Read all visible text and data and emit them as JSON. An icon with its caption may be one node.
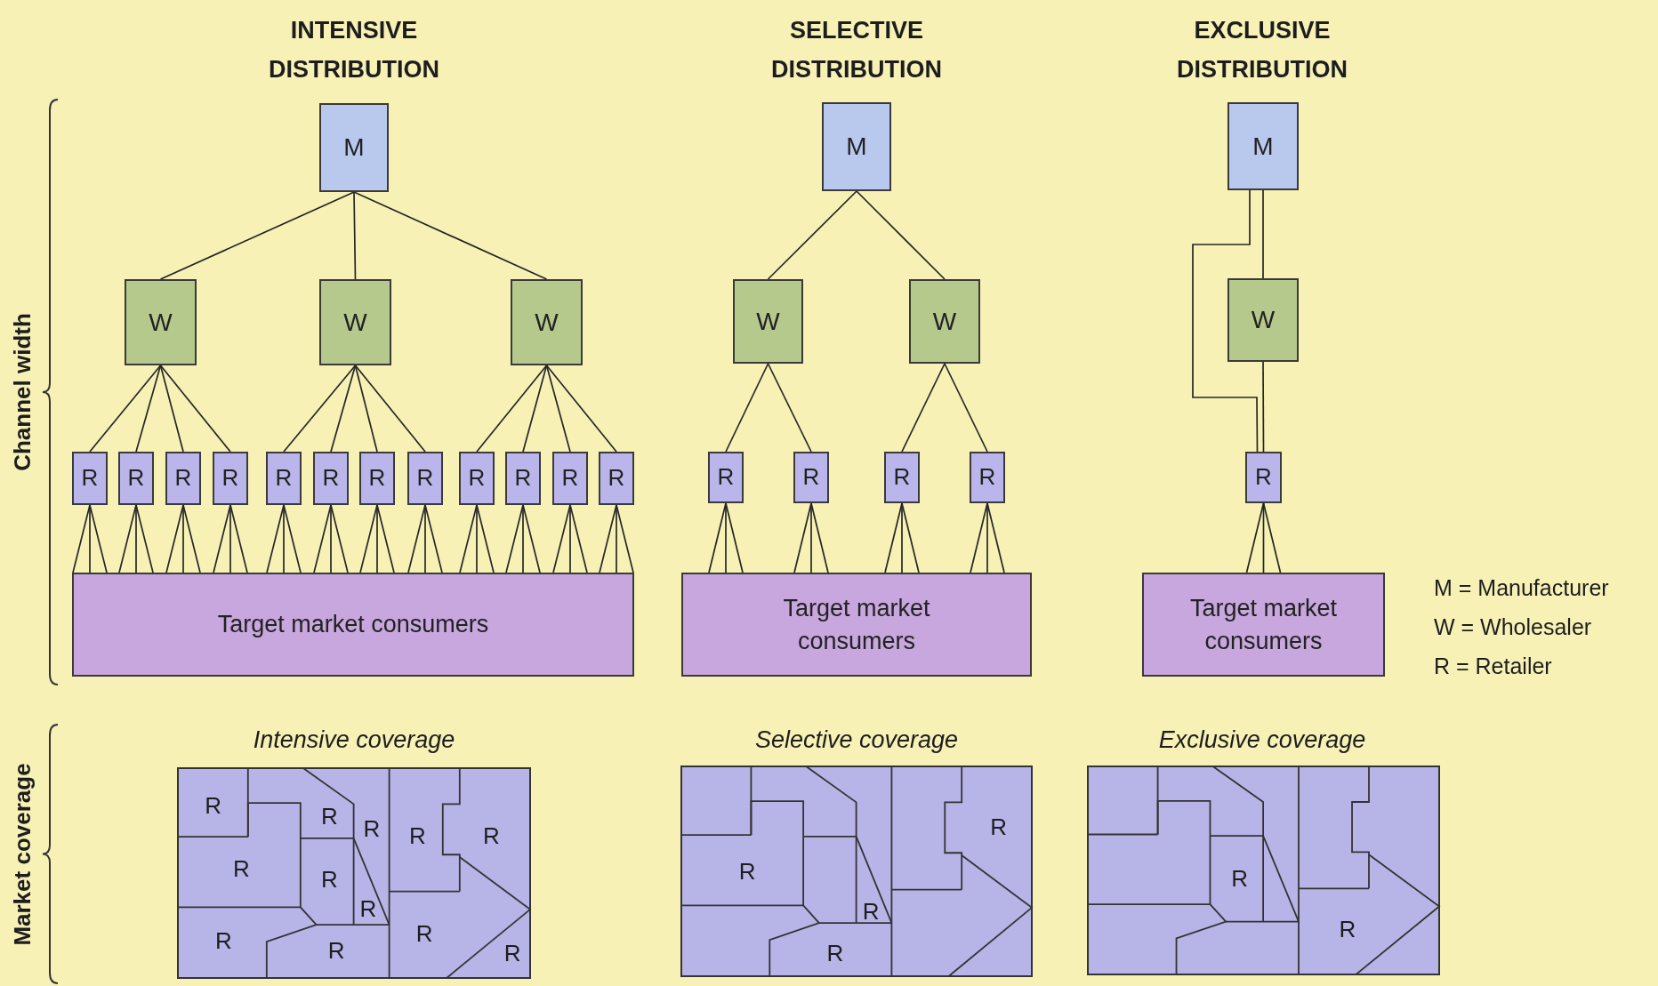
{
  "diagram": {
    "nodes": [
      {
        "text": [
          "M"
        ]
      },
      {
        "text": [
          "W"
        ]
      },
      {
        "text": [
          "W"
        ]
      },
      {
        "text": [
          "W"
        ]
      },
      {
        "text": [
          "R"
        ]
      },
      {
        "text": [
          "R"
        ]
      },
      {
        "text": [
          "R"
        ]
      },
      {
        "text": [
          "R"
        ]
      },
      {
        "text": [
          "R"
        ]
      },
      {
        "text": [
          "R"
        ]
      },
      {
        "text": [
          "R"
        ]
      },
      {
        "text": [
          "R"
        ]
      },
      {
        "text": [
          "R"
        ]
      },
      {
        "text": [
          "R"
        ]
      },
      {
        "text": [
          "R"
        ]
      },
      {
        "text": [
          "R"
        ]
      },
      {
        "text": [
          "Target market consumers"
        ]
      },
      {
        "text": [
          "M"
        ]
      },
      {
        "text": [
          "W"
        ]
      },
      {
        "text": [
          "W"
        ]
      },
      {
        "text": [
          "R"
        ]
      },
      {
        "text": [
          "R"
        ]
      },
      {
        "text": [
          "R"
        ]
      },
      {
        "text": [
          "R"
        ]
      },
      {
        "text": [
          "Target market consumers"
        ]
      },
      {
        "text": [
          "M"
        ]
      },
      {
        "text": [
          "W"
        ]
      },
      {
        "text": [
          "R"
        ]
      },
      {
        "text": [
          "Target market consumers"
        ]
      }
    ],
    "edges": [
      {
        "from": 0,
        "to": 1,
        "arrow": "none"
      },
      {
        "from": 0,
        "to": 2,
        "arrow": "none"
      },
      {
        "from": 0,
        "to": 3,
        "arrow": "none"
      },
      {
        "from": 1,
        "to": 4,
        "arrow": "none"
      },
      {
        "from": 1,
        "to": 5,
        "arrow": "none"
      },
      {
        "from": 1,
        "to": 6,
        "arrow": "none"
      },
      {
        "from": 1,
        "to": 7,
        "arrow": "none"
      },
      {
        "from": 2,
        "to": 8,
        "arrow": "none"
      },
      {
        "from": 2,
        "to": 9,
        "arrow": "none"
      },
      {
        "from": 2,
        "to": 10,
        "arrow": "none"
      },
      {
        "from": 2,
        "to": 11,
        "arrow": "none"
      },
      {
        "from": 3,
        "to": 12,
        "arrow": "none"
      },
      {
        "from": 3,
        "to": 13,
        "arrow": "none"
      },
      {
        "from": 3,
        "to": 14,
        "arrow": "none"
      },
      {
        "from": 3,
        "to": 15,
        "arrow": "none"
      },
      {
        "from": 4,
        "to": 16,
        "arrow": "none"
      },
      {
        "from": 4,
        "to": 16,
        "arrow": "none"
      },
      {
        "from": 4,
        "to": 16,
        "arrow": "none"
      },
      {
        "from": 5,
        "to": 16,
        "arrow": "none"
      },
      {
        "from": 5,
        "to": 16,
        "arrow": "none"
      },
      {
        "from": 5,
        "to": 16,
        "arrow": "none"
      },
      {
        "from": 6,
        "to": 16,
        "arrow": "none"
      },
      {
        "from": 6,
        "to": 16,
        "arrow": "none"
      },
      {
        "from": 6,
        "to": 16,
        "arrow": "none"
      },
      {
        "from": 7,
        "to": 16,
        "arrow": "none"
      },
      {
        "from": 7,
        "to": 16,
        "arrow": "none"
      },
      {
        "from": 7,
        "to": 16,
        "arrow": "none"
      },
      {
        "from": 8,
        "to": 16,
        "arrow": "none"
      },
      {
        "from": 8,
        "to": 16,
        "arrow": "none"
      },
      {
        "from": 8,
        "to": 16,
        "arrow": "none"
      },
      {
        "from": 9,
        "to": 16,
        "arrow": "none"
      },
      {
        "from": 9,
        "to": 16,
        "arrow": "none"
      },
      {
        "from": 9,
        "to": 16,
        "arrow": "none"
      },
      {
        "from": 10,
        "to": 16,
        "arrow": "none"
      },
      {
        "from": 10,
        "to": 16,
        "arrow": "none"
      },
      {
        "from": 10,
        "to": 16,
        "arrow": "none"
      },
      {
        "from": 11,
        "to": 16,
        "arrow": "none"
      },
      {
        "from": 11,
        "to": 16,
        "arrow": "none"
      },
      {
        "from": 11,
        "to": 16,
        "arrow": "none"
      },
      {
        "from": 12,
        "to": 16,
        "arrow": "none"
      },
      {
        "from": 12,
        "to": 16,
        "arrow": "none"
      },
      {
        "from": 12,
        "to": 16,
        "arrow": "none"
      },
      {
        "from": 13,
        "to": 16,
        "arrow": "none"
      },
      {
        "from": 13,
        "to": 16,
        "arrow": "none"
      },
      {
        "from": 13,
        "to": 16,
        "arrow": "none"
      },
      {
        "from": 14,
        "to": 16,
        "arrow": "none"
      },
      {
        "from": 14,
        "to": 16,
        "arrow": "none"
      },
      {
        "from": 14,
        "to": 16,
        "arrow": "none"
      },
      {
        "from": 15,
        "to": 16,
        "arrow": "none"
      },
      {
        "from": 15,
        "to": 16,
        "arrow": "none"
      },
      {
        "from": 15,
        "to": 16,
        "arrow": "none"
      },
      {
        "from": 17,
        "to": 18,
        "arrow": "none"
      },
      {
        "from": 17,
        "to": 19,
        "arrow": "none"
      },
      {
        "from": 18,
        "to": 20,
        "arrow": "none"
      },
      {
        "from": 18,
        "to": 21,
        "arrow": "none"
      },
      {
        "from": 19,
        "to": 22,
        "arrow": "none"
      },
      {
        "from": 19,
        "to": 23,
        "arrow": "none"
      },
      {
        "from": 20,
        "to": 24,
        "arrow": "none"
      },
      {
        "from": 20,
        "to": 24,
        "arrow": "none"
      },
      {
        "from": 20,
        "to": 24,
        "arrow": "none"
      },
      {
        "from": 21,
        "to": 24,
        "arrow": "none"
      },
      {
        "from": 21,
        "to": 24,
        "arrow": "none"
      },
      {
        "from": 21,
        "to": 24,
        "arrow": "none"
      },
      {
        "from": 22,
        "to": 24,
        "arrow": "none"
      },
      {
        "from": 22,
        "to": 24,
        "arrow": "none"
      },
      {
        "from": 22,
        "to": 24,
        "arrow": "none"
      },
      {
        "from": 23,
        "to": 24,
        "arrow": "none"
      },
      {
        "from": 23,
        "to": 24,
        "arrow": "none"
      },
      {
        "from": 23,
        "to": 24,
        "arrow": "none"
      },
      {
        "from": 25,
        "to": 26,
        "arrow": "none"
      },
      {
        "from": 26,
        "to": 27,
        "arrow": "none"
      },
      {
        "from": 25,
        "to": 27,
        "arrow": "none"
      },
      {
        "from": 27,
        "to": 28,
        "arrow": "none"
      },
      {
        "from": 27,
        "to": 28,
        "arrow": "none"
      },
      {
        "from": 27,
        "to": 28,
        "arrow": "none"
      }
    ],
    "labels": [
      "INTENSIVE DISTRIBUTION",
      "SELECTIVE DISTRIBUTION",
      "EXCLUSIVE DISTRIBUTION",
      "Channel width",
      "M = Manufacturer",
      "W = Wholesaler",
      "R = Retailer",
      "Market coverage",
      "Intensive coverage",
      "Selective coverage",
      "Exclusive coverage",
      "R",
      "R",
      "R",
      "R",
      "R",
      "R",
      "R",
      "R",
      "R",
      "R",
      "R",
      "R",
      "R",
      "R",
      "R",
      "R",
      "R",
      "R"
    ]
  }
}
